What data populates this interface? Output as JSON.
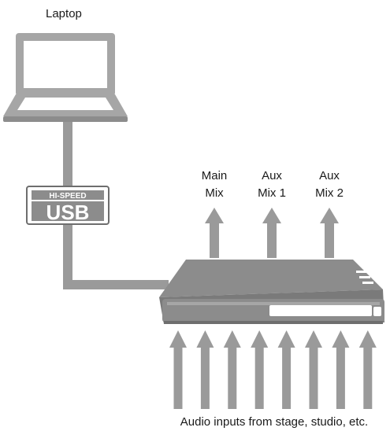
{
  "labels": {
    "laptop": "Laptop",
    "outputs": [
      {
        "line1": "Main",
        "line2": "Mix"
      },
      {
        "line1": "Aux",
        "line2": "Mix 1"
      },
      {
        "line1": "Aux",
        "line2": "Mix 2"
      }
    ],
    "inputs": "Audio inputs from stage, studio, etc."
  },
  "usb_logo": {
    "top": "HI-SPEED",
    "bottom": "USB"
  },
  "input_arrow_count": 8,
  "colors": {
    "device": "#8c8c8c",
    "device_dark": "#6e6e6e",
    "cable": "#9a9a9a",
    "arrow": "#9a9a9a",
    "laptop": "#a6a6a6"
  }
}
